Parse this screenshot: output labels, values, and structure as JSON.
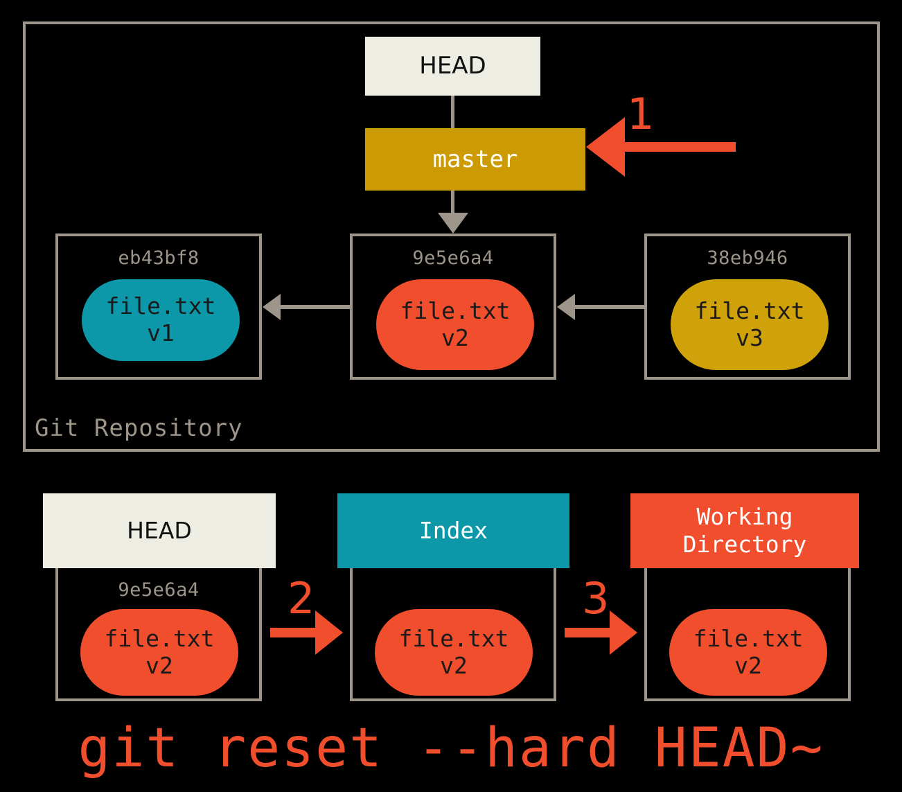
{
  "diagram": {
    "title": "git reset --hard HEAD~",
    "repository": {
      "label": "Git Repository",
      "head_pointer": "HEAD",
      "branch": "master",
      "commits": [
        {
          "hash": "eb43bf8",
          "file": "file.txt",
          "version": "v1",
          "content": "file.txt\nv1",
          "color": "#0c98a8"
        },
        {
          "hash": "9e5e6a4",
          "file": "file.txt",
          "version": "v2",
          "content": "file.txt\nv2",
          "color": "#f04e2d"
        },
        {
          "hash": "38eb946",
          "file": "file.txt",
          "version": "v3",
          "content": "file.txt\nv3",
          "color": "#cfa20a"
        }
      ]
    },
    "stages": [
      {
        "name": "HEAD",
        "label": "HEAD",
        "hash": "9e5e6a4",
        "content": "file.txt\nv2",
        "header_color": "#eeede4",
        "blob_color": "#f04e2d"
      },
      {
        "name": "Index",
        "label": "Index",
        "hash": "",
        "content": "file.txt\nv2",
        "header_color": "#0c98a8",
        "blob_color": "#f04e2d"
      },
      {
        "name": "Working Directory",
        "label": "Working\nDirectory",
        "hash": "",
        "content": "file.txt\nv2",
        "header_color": "#f04e2d",
        "blob_color": "#f04e2d"
      }
    ],
    "step_numbers": [
      "1",
      "2",
      "3"
    ],
    "colors": {
      "background": "#000000",
      "frame": "#9d9589",
      "accent_red": "#f04e2d",
      "accent_teal": "#0c98a8",
      "accent_gold": "#cc9a02",
      "accent_yellow": "#cfa20a",
      "off_white": "#eeede4"
    }
  }
}
